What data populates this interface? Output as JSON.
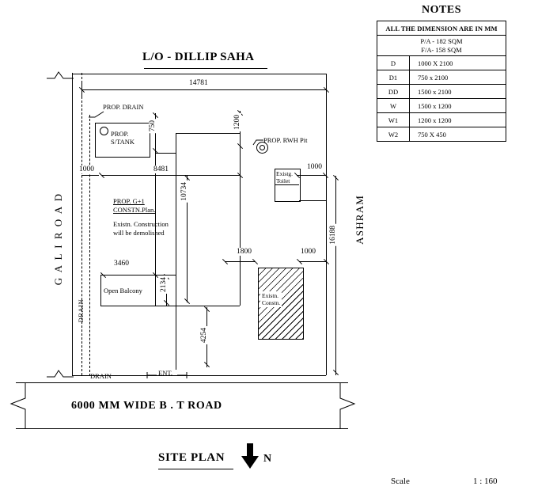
{
  "notes": {
    "title": "NOTES",
    "subtitle": "ALL THE DIMENSION ARE IN MM",
    "area_line1": "P/A - 182 SQM",
    "area_line2": "F/A- 158 SQM",
    "rows": [
      {
        "code": "D",
        "dim": "1000 X 2100"
      },
      {
        "code": "D1",
        "dim": "750 x 2100"
      },
      {
        "code": "DD",
        "dim": "1500 x 2100"
      },
      {
        "code": "W",
        "dim": "1500 x 1200"
      },
      {
        "code": "W1",
        "dim": "1200 x 1200"
      },
      {
        "code": "W2",
        "dim": "750 X 450"
      }
    ]
  },
  "drawing": {
    "title": "L/O  - DILLIP SAHA",
    "plan_caption": "SITE PLAN",
    "north_letter": "N",
    "road_label": "6000 MM WIDE  B . T  ROAD",
    "left_road": "G A L I   R O A D",
    "right_road": "ASHRAM",
    "drain_vertical": "DRAIN",
    "drain_bottom": "DRAIN",
    "entry_label": "ENT.",
    "scale_label": "Scale",
    "scale_value": "1 : 160"
  },
  "annotations": {
    "prop_drain": "PROP. DRAIN",
    "prop_stank_l1": "PROP.",
    "prop_stank_l2": "S/TANK",
    "prop_rwh": "PROP. RWH Pit",
    "existg_toilet_l1": "Existg.",
    "existg_toilet_l2": "Toilet",
    "prop_constn_l1": "PROP. G+1",
    "prop_constn_l2": "CONSTN.Plan.",
    "prop_constn_l3": "Existn. Construction",
    "prop_constn_l4": "will be demolished",
    "open_balcony": "Open Balcony",
    "existn_constn_l1": "Existn.",
    "existn_constn_l2": "Constn."
  },
  "dimensions": {
    "top_overall": "14781",
    "top_right_1200": "1200",
    "inner_750": "750",
    "inner_8481": "8481",
    "left_1000": "1000",
    "right_1000_upper": "1000",
    "vert_10734": "10734",
    "right_overall": "16188",
    "mid_1800": "1800",
    "mid_1000": "1000",
    "left_3460": "3460",
    "vert_2134": "2134",
    "vert_4254": "4254"
  }
}
